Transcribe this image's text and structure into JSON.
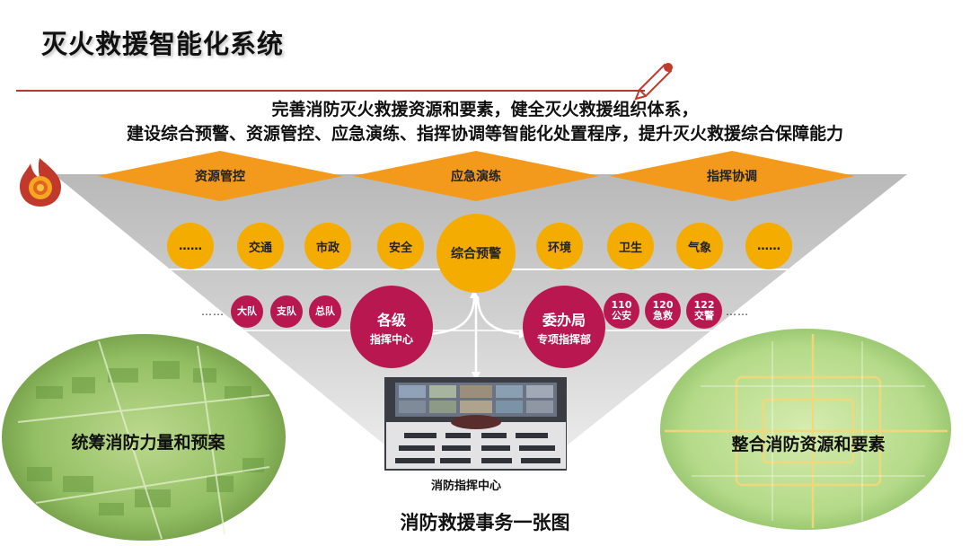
{
  "header": {
    "title": "灭火救援智能化系统",
    "subtitle_line1": "完善消防灭火救援资源和要素，健全灭火救援组织体系，",
    "subtitle_line2": "建设综合预警、资源管控、应急演练、指挥协调等智能化处置程序，提升灭火救援综合保障能力"
  },
  "diamonds": [
    {
      "label": "资源管控"
    },
    {
      "label": "应急演练"
    },
    {
      "label": "指挥协调"
    }
  ],
  "yellow_row": {
    "left": [
      "……",
      "交通",
      "市政",
      "安全"
    ],
    "center": "综合预警",
    "right": [
      "环境",
      "卫生",
      "气象",
      "……"
    ]
  },
  "command": {
    "left_dots": "……",
    "left_units": [
      "大队",
      "支队",
      "总队"
    ],
    "left_big": {
      "line1": "各级",
      "line2": "指挥中心"
    },
    "right_big": {
      "line1": "委办局",
      "line2": "专项指挥部"
    },
    "right_units": [
      {
        "num": "110",
        "name": "公安"
      },
      {
        "num": "120",
        "name": "急救"
      },
      {
        "num": "122",
        "name": "交警"
      }
    ],
    "right_dots": "……"
  },
  "left_oval_label": "统筹消防力量和预案",
  "right_oval_label": "整合消防资源和要素",
  "center_screen_label": "消防指挥中心",
  "bottom_title": "消防救援事务一张图",
  "colors": {
    "accent_red": "#b23a26",
    "diamond_orange": "#f39a1c",
    "circle_yellow": "#f4ac00",
    "circle_magenta": "#b8184f",
    "triangle_gray": "#c4c4c4",
    "oval_green": "#a9cf7e"
  },
  "icons": [
    "flame-icon",
    "pen-icon",
    "double-arrow-icon"
  ]
}
